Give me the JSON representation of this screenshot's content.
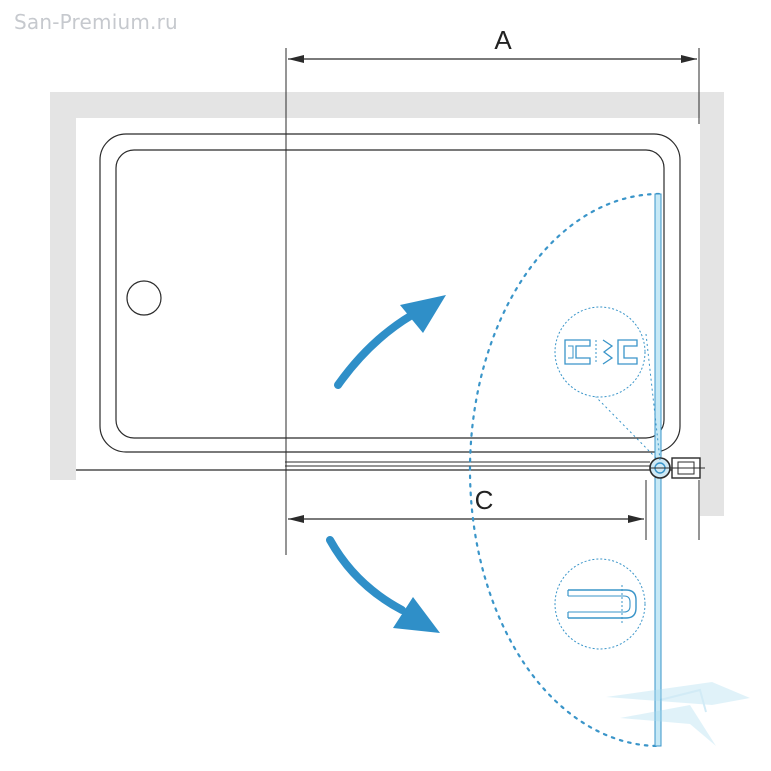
{
  "watermark": "San-Premium.ru",
  "dimensions": {
    "a_label": "A",
    "c_label": "C"
  },
  "colors": {
    "wall": "#e4e4e4",
    "outline": "#2b2b2b",
    "accent": "#2f8fc8",
    "glass": "#a9dcef"
  },
  "icons": [
    "rotate-arrow-icon",
    "hinge-icon",
    "seal-profile-icon",
    "logo-icon"
  ]
}
